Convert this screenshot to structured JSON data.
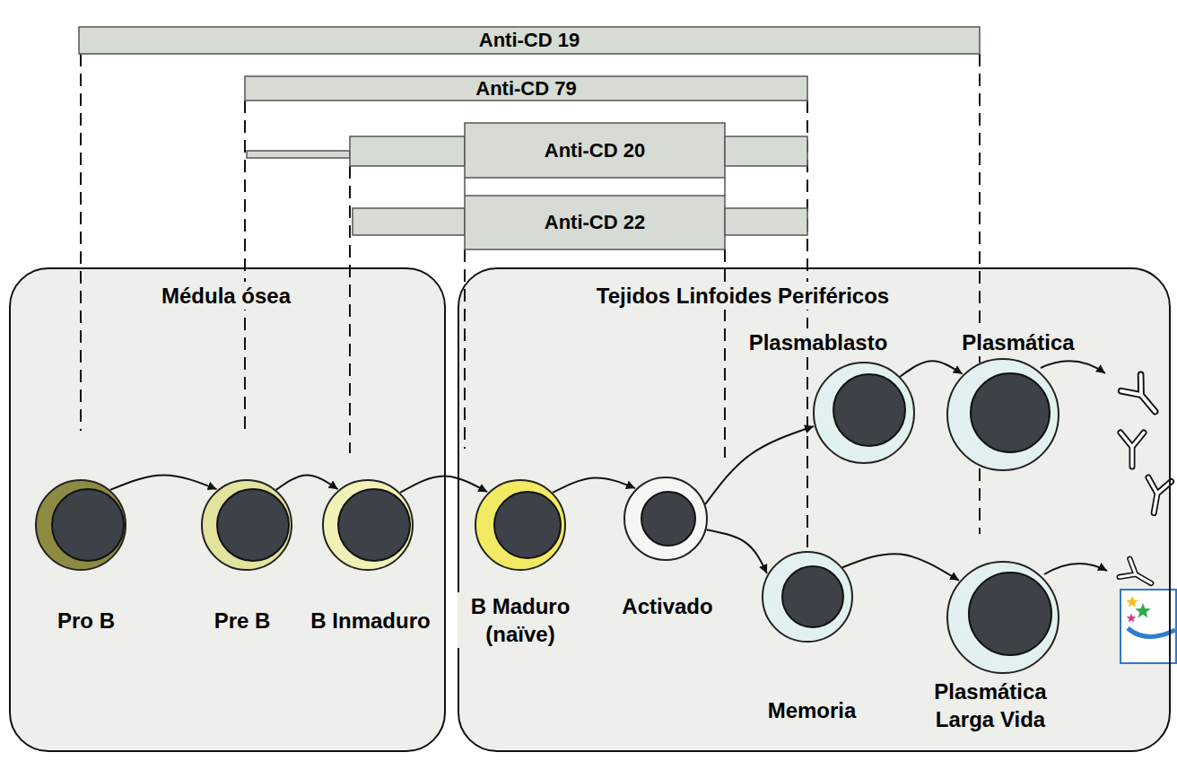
{
  "diagram": {
    "nodes": [
      {
        "text": [
          "Anti-CD 19"
        ]
      },
      {
        "text": [
          "Anti-CD 79"
        ]
      },
      {
        "text": [
          "Anti-CD 20"
        ]
      },
      {
        "text": [
          "Anti-CD 22"
        ]
      },
      {
        "text": [
          "Médula ósea"
        ]
      },
      {
        "text": [
          "Pro B"
        ],
        "in": 4
      },
      {
        "text": [
          "Pre B"
        ],
        "in": 4
      },
      {
        "text": [
          "B Inmaduro"
        ],
        "in": 4
      },
      {
        "text": [
          "Tejidos Linfoides Periféricos"
        ]
      },
      {
        "text": [
          "Plasmablasto"
        ],
        "in": 8
      },
      {
        "text": [
          "Plasmática"
        ],
        "in": 8
      },
      {
        "text": [
          "B Maduro (naïve)"
        ],
        "in": 8
      },
      {
        "text": [
          "Activado"
        ],
        "in": 8
      },
      {
        "text": [
          "Memoria"
        ],
        "in": 8
      },
      {
        "text": [
          "Plasmática Larga Vida"
        ],
        "in": 8
      }
    ],
    "edges": [
      {
        "from": 5,
        "to": 6,
        "arrow": "to"
      },
      {
        "from": 6,
        "to": 7,
        "arrow": "to"
      },
      {
        "from": 7,
        "to": 11,
        "arrow": "to"
      },
      {
        "from": 11,
        "to": 12,
        "arrow": "to"
      },
      {
        "from": 12,
        "to": 9,
        "arrow": "to"
      },
      {
        "from": 12,
        "to": 13,
        "arrow": "to"
      },
      {
        "from": 9,
        "to": 10,
        "arrow": "to"
      },
      {
        "from": 13,
        "to": 14,
        "arrow": "to"
      }
    ]
  }
}
